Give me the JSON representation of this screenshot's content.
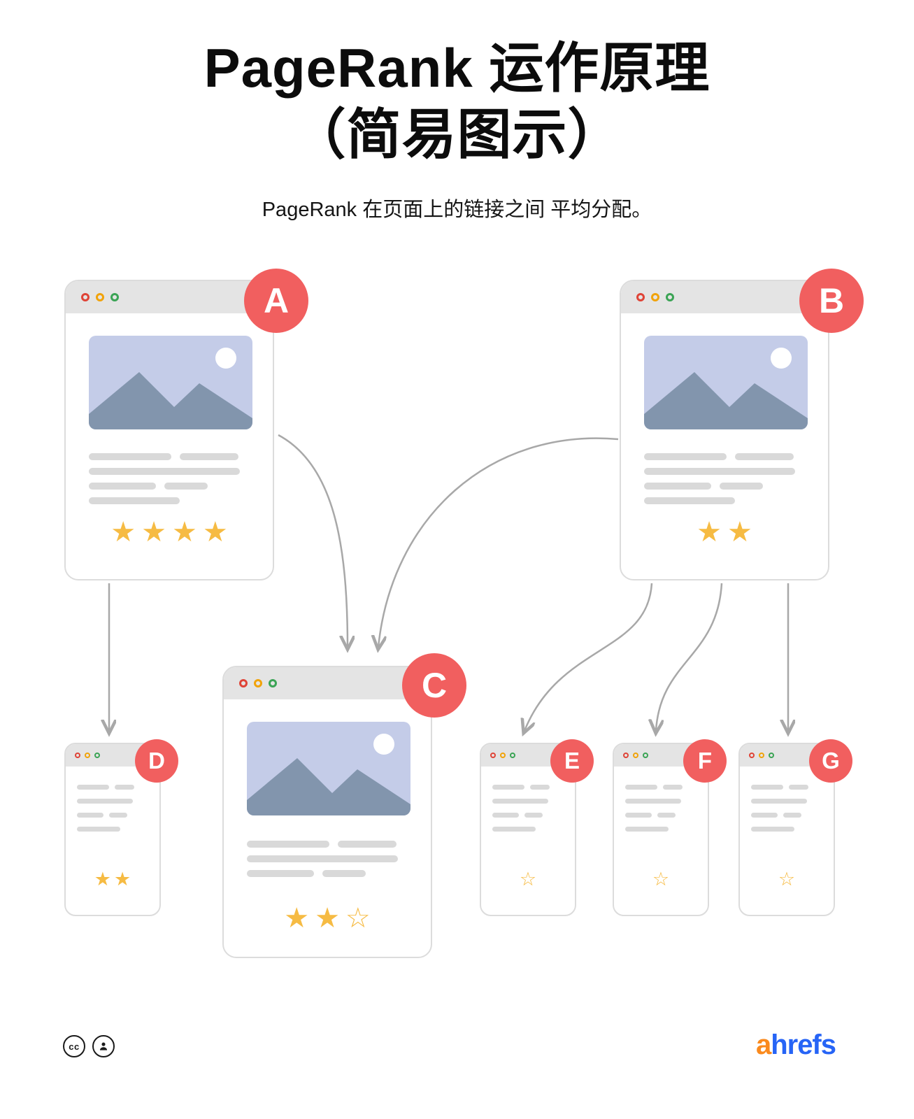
{
  "title": {
    "line1": "PageRank 运作原理",
    "line2": "（简易图示）"
  },
  "subtitle": "PageRank 在页面上的链接之间 平均分配。",
  "pages": {
    "A": {
      "label": "A",
      "stars": "★★★★"
    },
    "B": {
      "label": "B",
      "stars": "★★"
    },
    "C": {
      "label": "C",
      "stars": "★★☆"
    },
    "D": {
      "label": "D",
      "stars": "★★"
    },
    "E": {
      "label": "E",
      "stars": "☆"
    },
    "F": {
      "label": "F",
      "stars": "☆"
    },
    "G": {
      "label": "G",
      "stars": "☆"
    }
  },
  "footer": {
    "cc_label": "cc",
    "brand_first": "a",
    "brand_rest": "hrefs"
  },
  "colors": {
    "badge": "#f15f5f",
    "star": "#f6bb43",
    "arrow": "#a8a8a8",
    "image_bg": "#c4cce8",
    "mountain": "#8295ad",
    "brand_orange": "#fa8a1e",
    "brand_blue": "#2664f6"
  }
}
